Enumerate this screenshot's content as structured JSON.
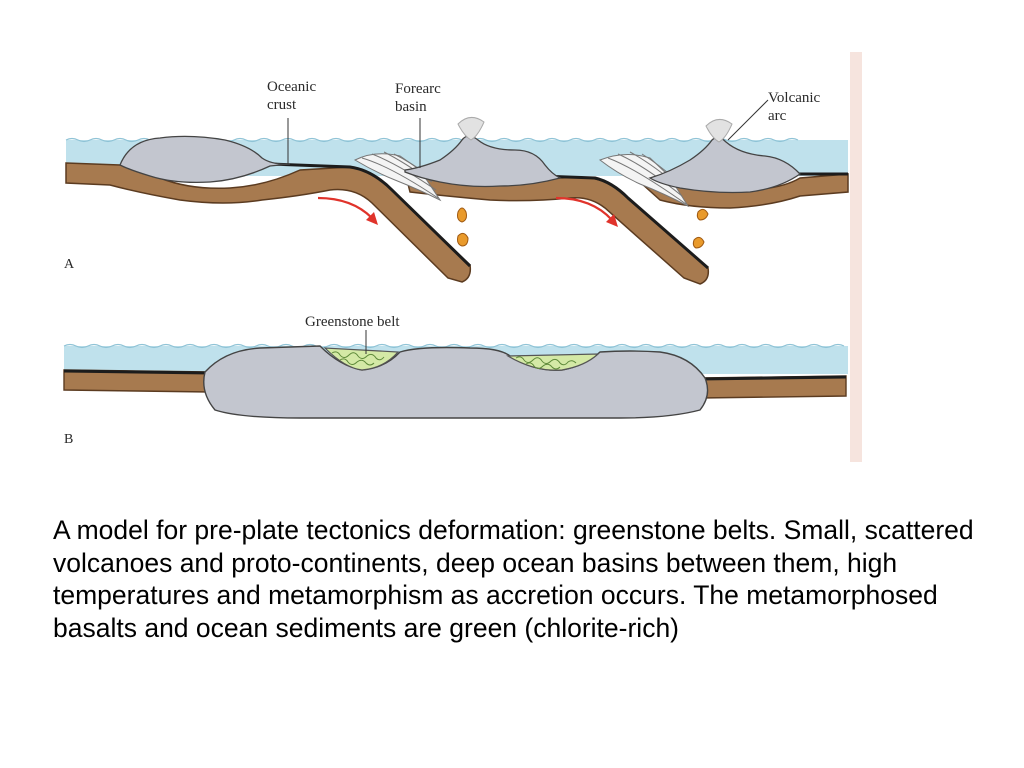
{
  "figure": {
    "labels": {
      "oceanic_crust": [
        "Oceanic",
        "crust"
      ],
      "forearc_basin": [
        "Forearc",
        "basin"
      ],
      "volcanic_arc": [
        "Volcanic",
        "arc"
      ],
      "greenstone_belt": "Greenstone belt",
      "panel_a": "A",
      "panel_b": "B"
    },
    "colors": {
      "ocean": "#bfe1ec",
      "crust_gray": "#c3c6cf",
      "lithosphere_brown": "#a77a4f",
      "oceanic_crust_black": "#1c1c1c",
      "greenstone": "#d4e9a6",
      "arrow_red": "#e0332b",
      "magma_orange": "#e99a2b",
      "border_pink": "#f6e4de"
    }
  },
  "caption": "A model for pre-plate tectonics deformation:  greenstone belts.  Small, scattered volcanoes and proto-continents, deep ocean basins between them, high temperatures and metamorphism as accretion occurs.  The metamorphosed basalts and ocean sediments are green (chlorite-rich)"
}
